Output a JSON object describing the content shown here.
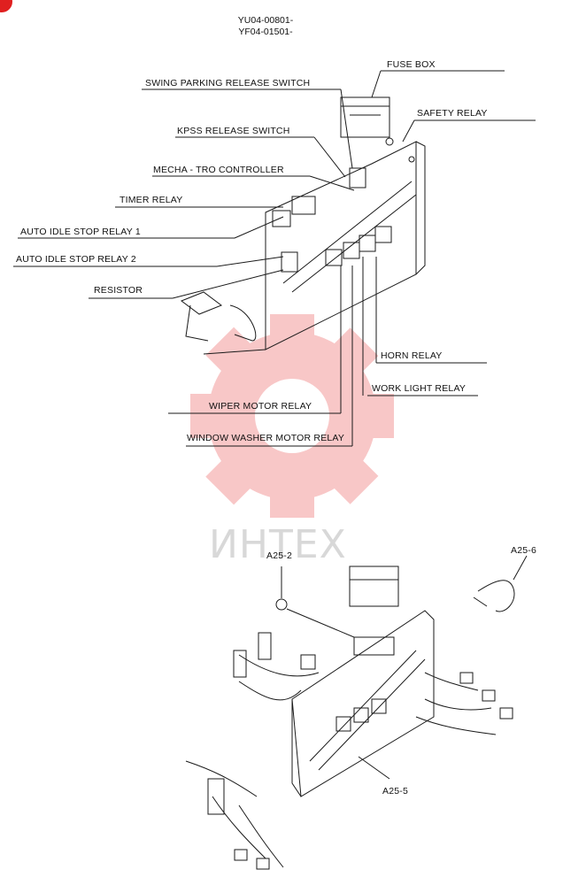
{
  "header": {
    "code_line1": "YU04-00801-",
    "code_line2": "YF04-01501-"
  },
  "labels": {
    "fuse_box": "FUSE BOX",
    "swing_parking": "SWING PARKING RELEASE SWITCH",
    "safety_relay": "SAFETY RELAY",
    "kpss": "KPSS RELEASE SWITCH",
    "mecha_tro": "MECHA - TRO CONTROLLER",
    "timer_relay": "TIMER  RELAY",
    "auto_idle_1": "AUTO IDLE STOP RELAY 1",
    "auto_idle_2": "AUTO IDLE STOP RELAY 2",
    "resistor": "RESISTOR",
    "horn_relay": "HORN RELAY",
    "work_light": "WORK LIGHT  RELAY",
    "wiper_motor": "WIPER MOTOR RELAY",
    "window_washer": "WINDOW WASHER MOTOR RELAY"
  },
  "parts": {
    "a25_2": "A25-2",
    "a25_5": "A25-5",
    "a25_6": "A25-6"
  },
  "watermark": {
    "text": "ИНТЕХ",
    "color": "#f08080"
  },
  "colors": {
    "line": "#1a1a1a",
    "corner_mark": "#e02020"
  }
}
